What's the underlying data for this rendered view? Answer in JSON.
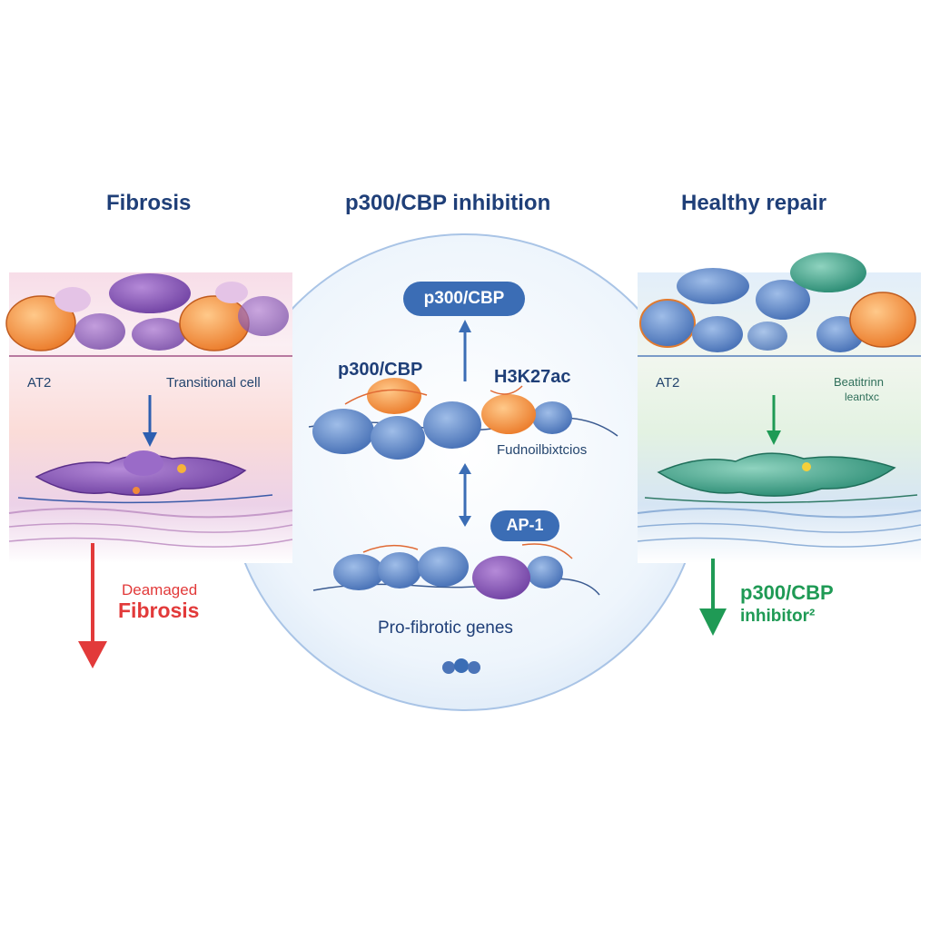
{
  "panels": {
    "left": {
      "title": "Fibrosis",
      "label_at2": "AT2",
      "label_transitional": "Transitional cell",
      "outcome_small": "Deamaged",
      "outcome_big": "Fibrosis"
    },
    "center": {
      "title": "p300/CBP inhibition",
      "pill_top": "p300/CBP",
      "label_p300": "p300/CBP",
      "label_h3k27ac": "H3K27ac",
      "label_garbled": "Fudnoilbixtcios",
      "pill_ap1": "AP-1",
      "label_genes": "Pro-fibrotic genes"
    },
    "right": {
      "title": "Healthy repair",
      "label_at2": "AT2",
      "label_garbled_1": "Beatitrinn",
      "label_garbled_2": "leantxc",
      "outcome_line1": "p300/CBP",
      "outcome_line2": "inhibitor²"
    }
  },
  "colors": {
    "title": "#1f3f78",
    "pill_blue": "#3b6db5",
    "fibrosis_red": "#e23a3a",
    "repair_green": "#1f9a55",
    "cell_purple": "#8a5bb8",
    "cell_orange": "#f3963f",
    "chromatin_blue": "#5b86c8",
    "cell_teal": "#3aa88c"
  },
  "icons": {
    "down_arrow_left": "arrow-down-icon",
    "outcome_arrow_left": "red-arrow-down-icon",
    "outcome_arrow_right": "green-arrow-down-icon",
    "dots": "ellipsis-dots-icon"
  }
}
